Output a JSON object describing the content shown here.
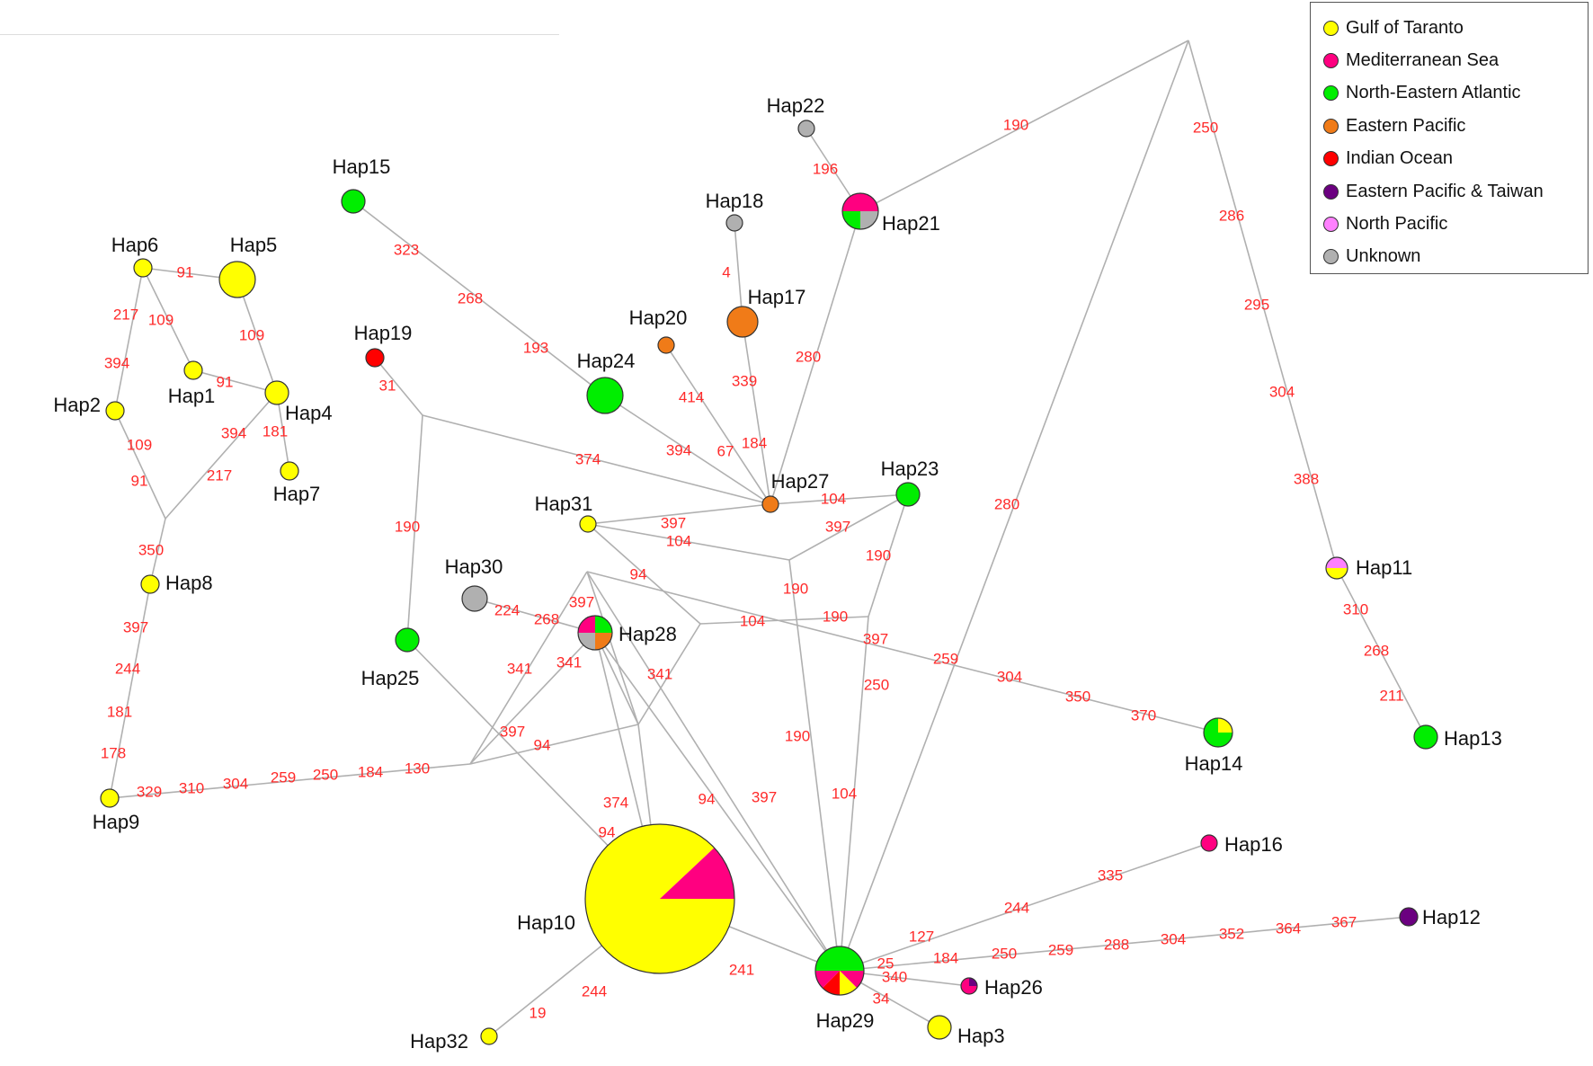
{
  "colors": {
    "Gulf of Taranto": "#ffff00",
    "Mediterranean Sea": "#ff0080",
    "North-Eastern Atlantic": "#00ee00",
    "Eastern Pacific": "#f07b18",
    "Indian Ocean": "#ff0000",
    "Eastern Pacific & Taiwan": "#6b0080",
    "North Pacific": "#ff80ff",
    "Unknown": "#b0b0b0",
    "edge": "#b0b0b0",
    "edge_label": "#ff2a2a"
  },
  "legend": {
    "items": [
      {
        "label": "Gulf of Taranto",
        "color": "#ffff00"
      },
      {
        "label": "Mediterranean Sea",
        "color": "#ff0080"
      },
      {
        "label": "North-Eastern Atlantic",
        "color": "#00ee00"
      },
      {
        "label": "Eastern Pacific",
        "color": "#f07b18"
      },
      {
        "label": "Indian Ocean",
        "color": "#ff0000"
      },
      {
        "label": "Eastern Pacific & Taiwan",
        "color": "#6b0080"
      },
      {
        "label": "North Pacific",
        "color": "#ff80ff"
      },
      {
        "label": "Unknown",
        "color": "#b0b0b0"
      }
    ]
  },
  "haplotypes": [
    {
      "id": "Hap1",
      "label": "Hap1",
      "freq": [
        [
          "Gulf of Taranto",
          1
        ]
      ]
    },
    {
      "id": "Hap2",
      "label": "Hap2",
      "freq": [
        [
          "Gulf of Taranto",
          1
        ]
      ]
    },
    {
      "id": "Hap3",
      "label": "Hap3",
      "freq": [
        [
          "Gulf of Taranto",
          1
        ]
      ]
    },
    {
      "id": "Hap4",
      "label": "Hap4",
      "freq": [
        [
          "Gulf of Taranto",
          1
        ]
      ]
    },
    {
      "id": "Hap5",
      "label": "Hap5",
      "freq": [
        [
          "Gulf of Taranto",
          1
        ]
      ]
    },
    {
      "id": "Hap6",
      "label": "Hap6",
      "freq": [
        [
          "Gulf of Taranto",
          1
        ]
      ]
    },
    {
      "id": "Hap7",
      "label": "Hap7",
      "freq": [
        [
          "Gulf of Taranto",
          1
        ]
      ]
    },
    {
      "id": "Hap8",
      "label": "Hap8",
      "freq": [
        [
          "Gulf of Taranto",
          1
        ]
      ]
    },
    {
      "id": "Hap9",
      "label": "Hap9",
      "freq": [
        [
          "Gulf of Taranto",
          1
        ]
      ]
    },
    {
      "id": "Hap10",
      "label": "Hap10",
      "freq": [
        [
          "Gulf of Taranto",
          0.88
        ],
        [
          "Mediterranean Sea",
          0.12
        ]
      ]
    },
    {
      "id": "Hap11",
      "label": "Hap11",
      "freq": [
        [
          "Gulf of Taranto",
          0.5
        ],
        [
          "North Pacific",
          0.5
        ]
      ]
    },
    {
      "id": "Hap12",
      "label": "Hap12",
      "freq": [
        [
          "Eastern Pacific & Taiwan",
          1
        ]
      ]
    },
    {
      "id": "Hap13",
      "label": "Hap13",
      "freq": [
        [
          "North-Eastern Atlantic",
          1
        ]
      ]
    },
    {
      "id": "Hap14",
      "label": "Hap14",
      "freq": [
        [
          "North-Eastern Atlantic",
          0.75
        ],
        [
          "Gulf of Taranto",
          0.25
        ]
      ]
    },
    {
      "id": "Hap15",
      "label": "Hap15",
      "freq": [
        [
          "North-Eastern Atlantic",
          1
        ]
      ]
    },
    {
      "id": "Hap16",
      "label": "Hap16",
      "freq": [
        [
          "Mediterranean Sea",
          1
        ]
      ]
    },
    {
      "id": "Hap17",
      "label": "Hap17",
      "freq": [
        [
          "Eastern Pacific",
          1
        ]
      ]
    },
    {
      "id": "Hap18",
      "label": "Hap18",
      "freq": [
        [
          "Unknown",
          1
        ]
      ]
    },
    {
      "id": "Hap19",
      "label": "Hap19",
      "freq": [
        [
          "Indian Ocean",
          1
        ]
      ]
    },
    {
      "id": "Hap20",
      "label": "Hap20",
      "freq": [
        [
          "Eastern Pacific",
          1
        ]
      ]
    },
    {
      "id": "Hap21",
      "label": "Hap21",
      "freq": [
        [
          "Unknown",
          0.25
        ],
        [
          "North-Eastern Atlantic",
          0.25
        ],
        [
          "Mediterranean Sea",
          0.5
        ]
      ]
    },
    {
      "id": "Hap22",
      "label": "Hap22",
      "freq": [
        [
          "Unknown",
          1
        ]
      ]
    },
    {
      "id": "Hap23",
      "label": "Hap23",
      "freq": [
        [
          "North-Eastern Atlantic",
          1
        ]
      ]
    },
    {
      "id": "Hap24",
      "label": "Hap24",
      "freq": [
        [
          "North-Eastern Atlantic",
          1
        ]
      ]
    },
    {
      "id": "Hap25",
      "label": "Hap25",
      "freq": [
        [
          "North-Eastern Atlantic",
          1
        ]
      ]
    },
    {
      "id": "Hap26",
      "label": "Hap26",
      "freq": [
        [
          "Mediterranean Sea",
          0.75
        ],
        [
          "Eastern Pacific & Taiwan",
          0.25
        ]
      ]
    },
    {
      "id": "Hap27",
      "label": "Hap27",
      "freq": [
        [
          "Eastern Pacific",
          1
        ]
      ]
    },
    {
      "id": "Hap28",
      "label": "Hap28",
      "freq": [
        [
          "Eastern Pacific",
          0.25
        ],
        [
          "Unknown",
          0.25
        ],
        [
          "Mediterranean Sea",
          0.25
        ],
        [
          "North-Eastern Atlantic",
          0.25
        ]
      ]
    },
    {
      "id": "Hap29",
      "label": "Hap29",
      "freq": [
        [
          "Mediterranean Sea",
          0.125
        ],
        [
          "Gulf of Taranto",
          0.125
        ],
        [
          "Indian Ocean",
          0.125
        ],
        [
          "Mediterranean Sea",
          0.125
        ],
        [
          "North-Eastern Atlantic",
          0.5
        ]
      ]
    },
    {
      "id": "Hap30",
      "label": "Hap30",
      "freq": [
        [
          "Unknown",
          1
        ]
      ]
    },
    {
      "id": "Hap31",
      "label": "Hap31",
      "freq": [
        [
          "Gulf of Taranto",
          1
        ]
      ]
    },
    {
      "id": "Hap32",
      "label": "Hap32",
      "freq": [
        [
          "Gulf of Taranto",
          1
        ]
      ]
    }
  ],
  "mutation_labels": [
    "91",
    "217",
    "109",
    "394",
    "109",
    "91",
    "109",
    "394",
    "181",
    "91",
    "217",
    "350",
    "397",
    "244",
    "181",
    "178",
    "329",
    "310",
    "304",
    "259",
    "250",
    "184",
    "130",
    "323",
    "268",
    "193",
    "31",
    "190",
    "374",
    "394",
    "414",
    "67",
    "4",
    "339",
    "184",
    "196",
    "190",
    "280",
    "250",
    "286",
    "295",
    "304",
    "388",
    "310",
    "268",
    "211",
    "104",
    "397",
    "104",
    "397",
    "190",
    "190",
    "94",
    "224",
    "268",
    "397",
    "341",
    "341",
    "341",
    "397",
    "94",
    "104",
    "190",
    "397",
    "250",
    "259",
    "304",
    "350",
    "370",
    "280",
    "190",
    "104",
    "94",
    "397",
    "374",
    "94",
    "397",
    "19",
    "244",
    "241",
    "127",
    "244",
    "335",
    "25",
    "184",
    "250",
    "259",
    "288",
    "304",
    "352",
    "364",
    "367",
    "340",
    "34"
  ]
}
